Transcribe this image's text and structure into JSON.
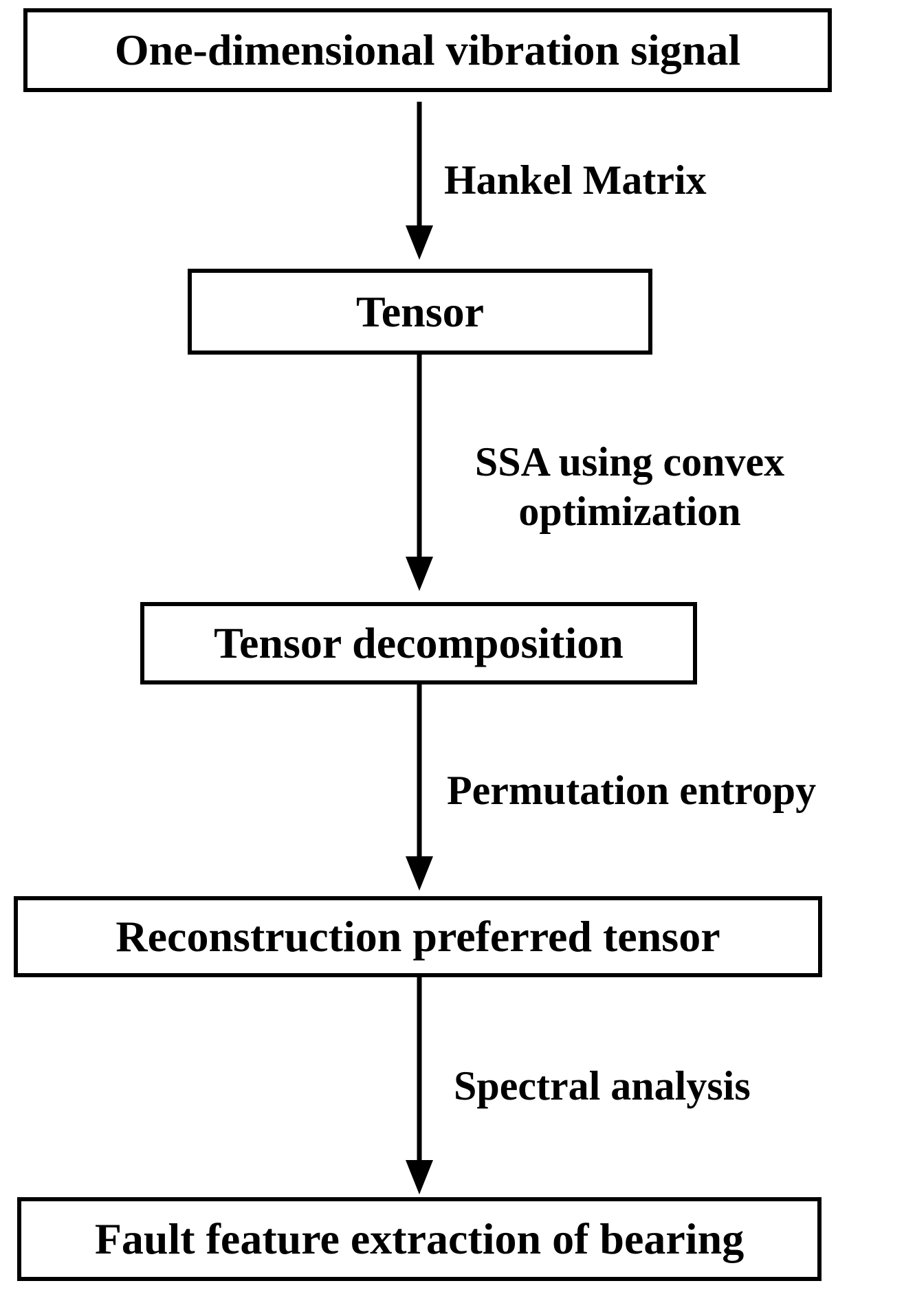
{
  "diagram": {
    "nodes": [
      {
        "id": "n1",
        "label": "One-dimensional vibration signal"
      },
      {
        "id": "n2",
        "label": "Tensor"
      },
      {
        "id": "n3",
        "label": "Tensor decomposition"
      },
      {
        "id": "n4",
        "label": "Reconstruction preferred tensor"
      },
      {
        "id": "n5",
        "label": "Fault feature extraction of bearing"
      }
    ],
    "edges": [
      {
        "from": "n1",
        "to": "n2",
        "label": "Hankel Matrix"
      },
      {
        "from": "n2",
        "to": "n3",
        "label_line1": "SSA using convex",
        "label_line2": "optimization"
      },
      {
        "from": "n3",
        "to": "n4",
        "label": "Permutation entropy"
      },
      {
        "from": "n4",
        "to": "n5",
        "label": "Spectral analysis"
      }
    ]
  }
}
